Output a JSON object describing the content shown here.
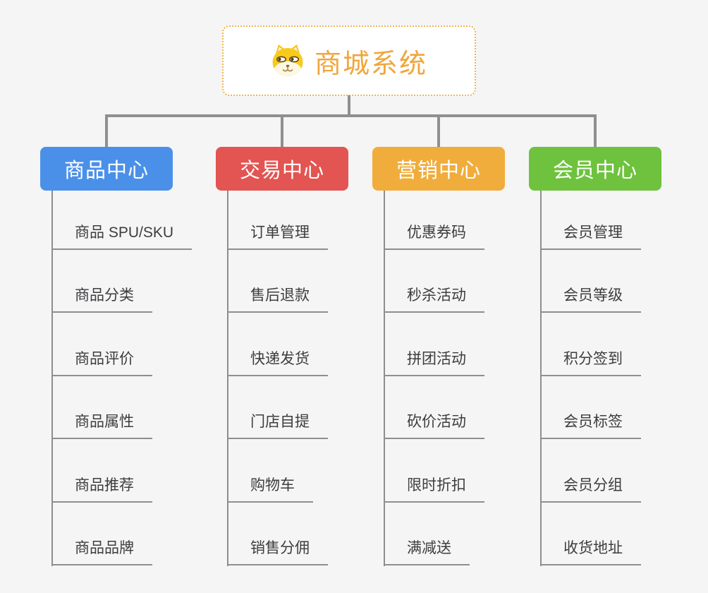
{
  "canvas": {
    "background": "#f5f5f6",
    "connector_color": "#8f8f8f",
    "underline_color": "#8e8e8e",
    "item_text_color": "#3d3d3f"
  },
  "root": {
    "title": "商城系统",
    "icon": "dog-face-icon",
    "title_color": "#f0a63c",
    "border_color": "#f1b44b",
    "background": "#ffffff"
  },
  "branches": [
    {
      "label": "商品中心",
      "color": "#4b90e8",
      "items": [
        "商品 SPU/SKU",
        "商品分类",
        "商品评价",
        "商品属性",
        "商品推荐",
        "商品品牌"
      ]
    },
    {
      "label": "交易中心",
      "color": "#e25552",
      "items": [
        "订单管理",
        "售后退款",
        "快递发货",
        "门店自提",
        "购物车",
        "销售分佣"
      ]
    },
    {
      "label": "营销中心",
      "color": "#f0ad3c",
      "items": [
        "优惠券码",
        "秒杀活动",
        "拼团活动",
        "砍价活动",
        "限时折扣",
        "满减送"
      ]
    },
    {
      "label": "会员中心",
      "color": "#6ec23d",
      "items": [
        "会员管理",
        "会员等级",
        "积分签到",
        "会员标签",
        "会员分组",
        "收货地址"
      ]
    }
  ]
}
